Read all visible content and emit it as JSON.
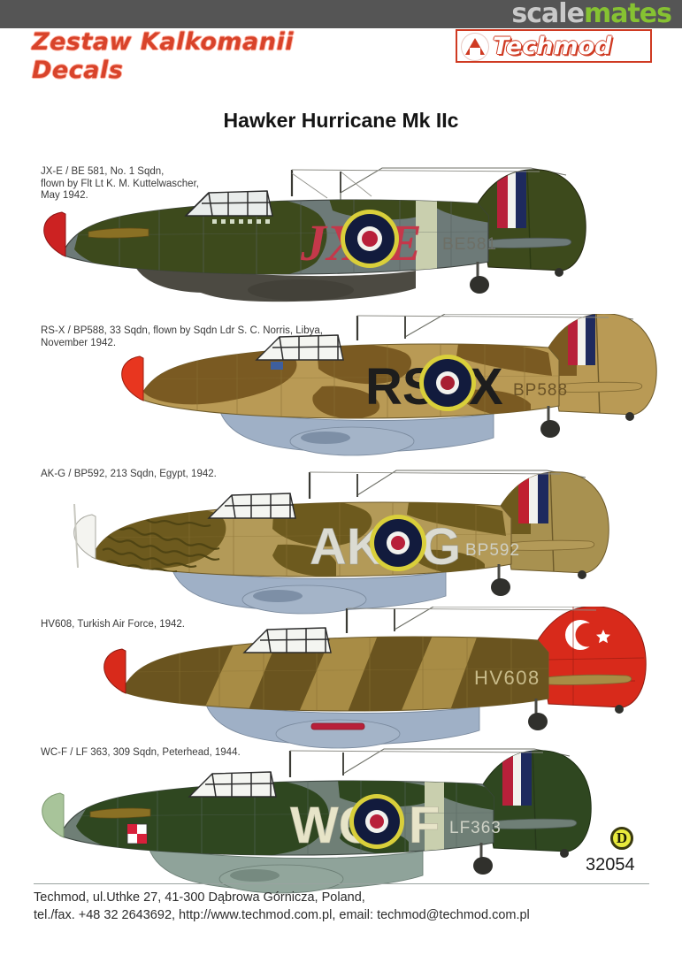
{
  "watermark": {
    "part1": "scale",
    "part2": "mates",
    "color1": "#c9c9c9",
    "color2": "#86c232"
  },
  "header": {
    "polish_title": "Zestaw Kalkomanii\nDecals",
    "polish_title_color": "#d8432a",
    "brand": "Techmod",
    "brand_color": "#cf3a22",
    "subject_title": "Hawker Hurricane Mk IIc"
  },
  "profiles": [
    {
      "id": "jx-e",
      "caption": "JX-E / BE 581, No. 1 Sqdn,\nflown by Flt Lt K. M. Kuttelwascher,\nMay 1942.",
      "code_left": "JX",
      "code_right": "E",
      "code_color": "#c4384a",
      "serial": "BE581",
      "serial_color": "#6d6f66",
      "spinner_color": "#cc2222",
      "camo_top": "#3d4a1c",
      "camo_mid": "#6d7a78",
      "camo_under": "#4c4a42",
      "scheme": "Temperate Land Scheme / night underside",
      "roundel": "type-c1-yellow-blue-white-red",
      "fin_flash": "red-white-blue"
    },
    {
      "id": "rs-x",
      "caption": "RS-X / BP588, 33 Sqdn, flown by Sqdn Ldr S. C. Norris, Libya,\nNovember 1942.",
      "code_left": "RS",
      "code_right": "X",
      "code_color": "#1d1d1d",
      "serial": "BP588",
      "serial_color": "#6b5327",
      "spinner_color": "#e8361f",
      "camo_top": "#7a5a22",
      "camo_mid": "#b99a55",
      "camo_under": "#9fb0c6",
      "scheme": "Desert Scheme / azure blue underside",
      "roundel": "type-c1-yellow-blue-white-red",
      "fin_flash": "red-white-blue"
    },
    {
      "id": "ak-g",
      "caption": "AK-G / BP592, 213 Sqdn, Egypt, 1942.",
      "code_left": "AK",
      "code_right": "G",
      "code_color": "#d8d8d0",
      "serial": "BP592",
      "serial_color": "#cfcfc4",
      "spinner_color": "#f4f4f0",
      "camo_top": "#6d5a1e",
      "camo_mid": "#b39killer",
      "camo_under": "#9fb0c6",
      "scheme": "Desert Scheme with scribble overspray",
      "roundel": "type-c1-yellow-blue-white-red",
      "fin_flash": "red-white-blue"
    },
    {
      "id": "hv608",
      "caption": "HV608, Turkish Air Force, 1942.",
      "code_left": "",
      "code_right": "",
      "code_color": "#000000",
      "serial": "HV608",
      "serial_color": "#c8bb8a",
      "spinner_color": "#d82a1b",
      "camo_top": "#6a541f",
      "camo_mid": "#a88c45",
      "camo_under": "#9fb0c6",
      "scheme": "Desert Scheme, Turkish Air Force markings",
      "roundel": "turkish-crescent-star",
      "fin_flash": "red-rudder-white-crescent-star"
    },
    {
      "id": "wc-f",
      "caption": "WC-F / LF 363, 309 Sqdn, Peterhead, 1944.",
      "code_left": "WC",
      "code_right": "F",
      "code_color": "#e7e4c8",
      "serial": "LF363",
      "serial_color": "#cfd2c6",
      "spinner_color": "#a8c49a",
      "camo_top": "#2f4720",
      "camo_mid": "#6f7f76",
      "camo_under": "#8fa39a",
      "scheme": "Day Fighter Scheme, Polish checkerboard",
      "roundel": "type-c1-yellow-blue-white-red",
      "fin_flash": "red-white-blue"
    }
  ],
  "footer": {
    "line1": "Techmod, ul.Uthke 27, 41-300 Dąbrowa Górnicza, Poland,",
    "line2": "tel./fax. +48 32 2643692, http://www.techmod.com.pl, email: techmod@techmod.com.pl",
    "badge_letter": "D",
    "badge_color": "#e8ea3c",
    "product_code": "32054"
  }
}
